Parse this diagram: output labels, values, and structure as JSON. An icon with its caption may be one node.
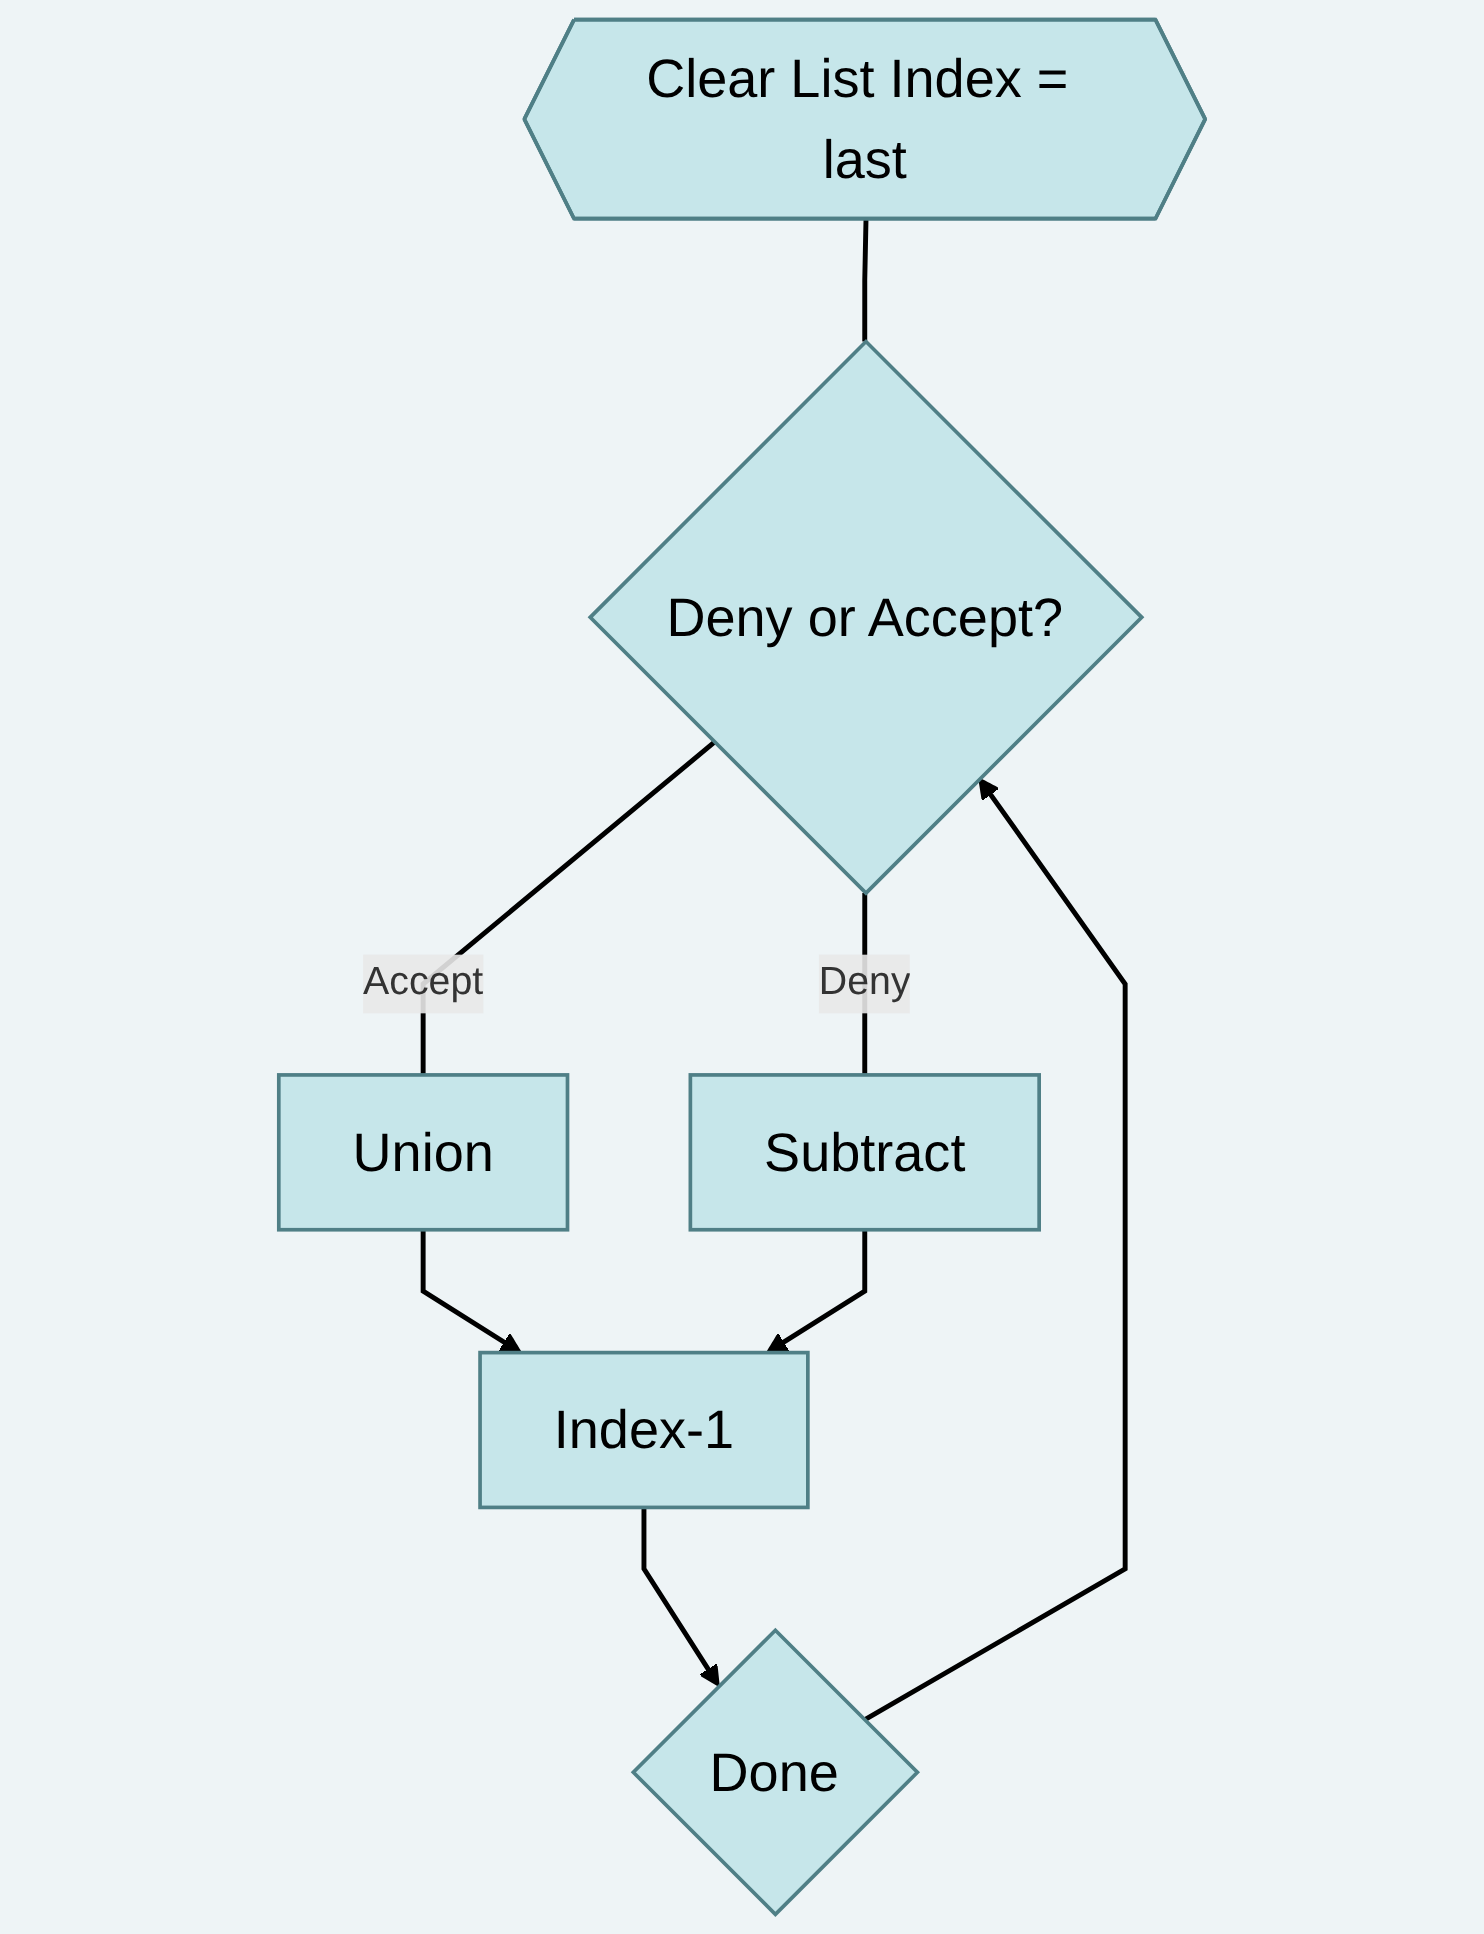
{
  "diagram": {
    "nodes": [
      {
        "text": [
          "Clear List Index = last"
        ]
      },
      {
        "text": [
          "Deny or Accept?"
        ]
      },
      {
        "text": [
          "Union"
        ]
      },
      {
        "text": [
          "Subtract"
        ]
      },
      {
        "text": [
          "Index-1"
        ]
      },
      {
        "text": [
          "Done"
        ]
      }
    ],
    "edges": [
      {
        "from": 0,
        "to": 1,
        "arrow": "none"
      },
      {
        "from": 1,
        "to": 2,
        "label": "Accept",
        "arrow": "none"
      },
      {
        "from": 1,
        "to": 3,
        "label": "Deny",
        "arrow": "none"
      },
      {
        "from": 2,
        "to": 4,
        "arrow": "to"
      },
      {
        "from": 3,
        "to": 4,
        "arrow": "to"
      },
      {
        "from": 4,
        "to": 5,
        "arrow": "to"
      },
      {
        "from": 5,
        "to": 1,
        "arrow": "to"
      }
    ]
  }
}
